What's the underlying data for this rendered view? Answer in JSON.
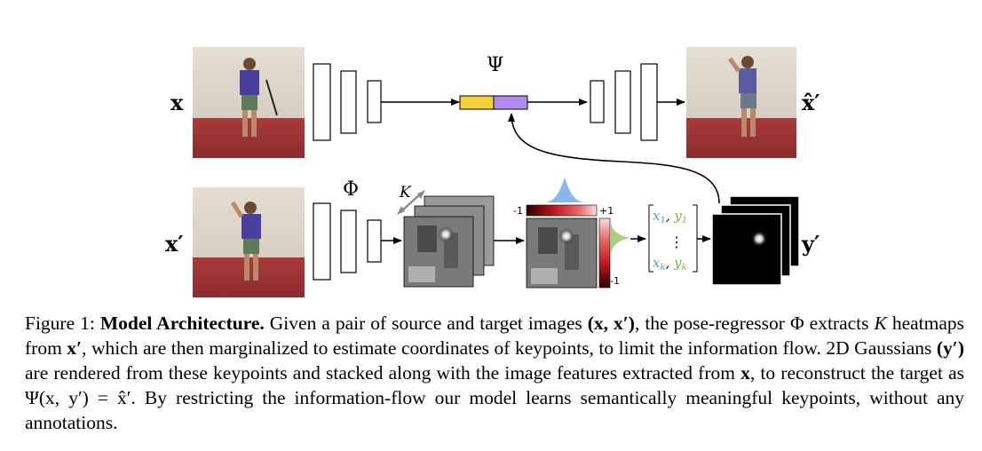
{
  "diagram": {
    "top_row": {
      "input_label": "x",
      "decoder_output_label": "x̂′",
      "bottleneck_label": "Ψ",
      "bottleneck_colors": {
        "appearance": "#f4d03f",
        "keypoints": "#b18cf0"
      }
    },
    "bottom_row": {
      "input_label": "x′",
      "encoder_label": "Φ",
      "heatmap_count_label": "K",
      "marginal_top_min": "-1",
      "marginal_top_max": "+1",
      "marginal_side_min": "-1",
      "marginal_side_max": "+1",
      "coords_first_x": "x",
      "coords_first_x_sub": "1",
      "coords_first_y": "y",
      "coords_first_y_sub": "1",
      "coords_dots": "⋮",
      "coords_last_x": "x",
      "coords_last_x_sub": "k",
      "coords_last_y": "y",
      "coords_last_y_sub": "k",
      "gaussian_output_label": "y′",
      "x_coord_color": "#5b9bd5",
      "y_coord_color": "#7fb446"
    }
  },
  "caption": {
    "label": "Figure 1:",
    "title": "Model Architecture.",
    "body_1": " Given a pair of source and target images ",
    "math_pair": "(x, x′)",
    "body_2": ", the pose-regressor ",
    "math_phi": "Φ",
    "body_3": " extracts ",
    "math_k": "K",
    "body_4": " heatmaps from ",
    "math_xp": "x′",
    "body_5": ", which are then marginalized to estimate coordinates of keypoints, to limit the information flow. 2D Gaussians ",
    "math_yp": "(y′)",
    "body_6": " are rendered from these keypoints and stacked along with the image features extracted from ",
    "math_x": "x",
    "body_7": ", to reconstruct the target as ",
    "math_eq": "Ψ(x, y′) = x̂′",
    "body_8": ". By restricting the information-flow our model learns semantically meaningful keypoints, without any annotations."
  }
}
